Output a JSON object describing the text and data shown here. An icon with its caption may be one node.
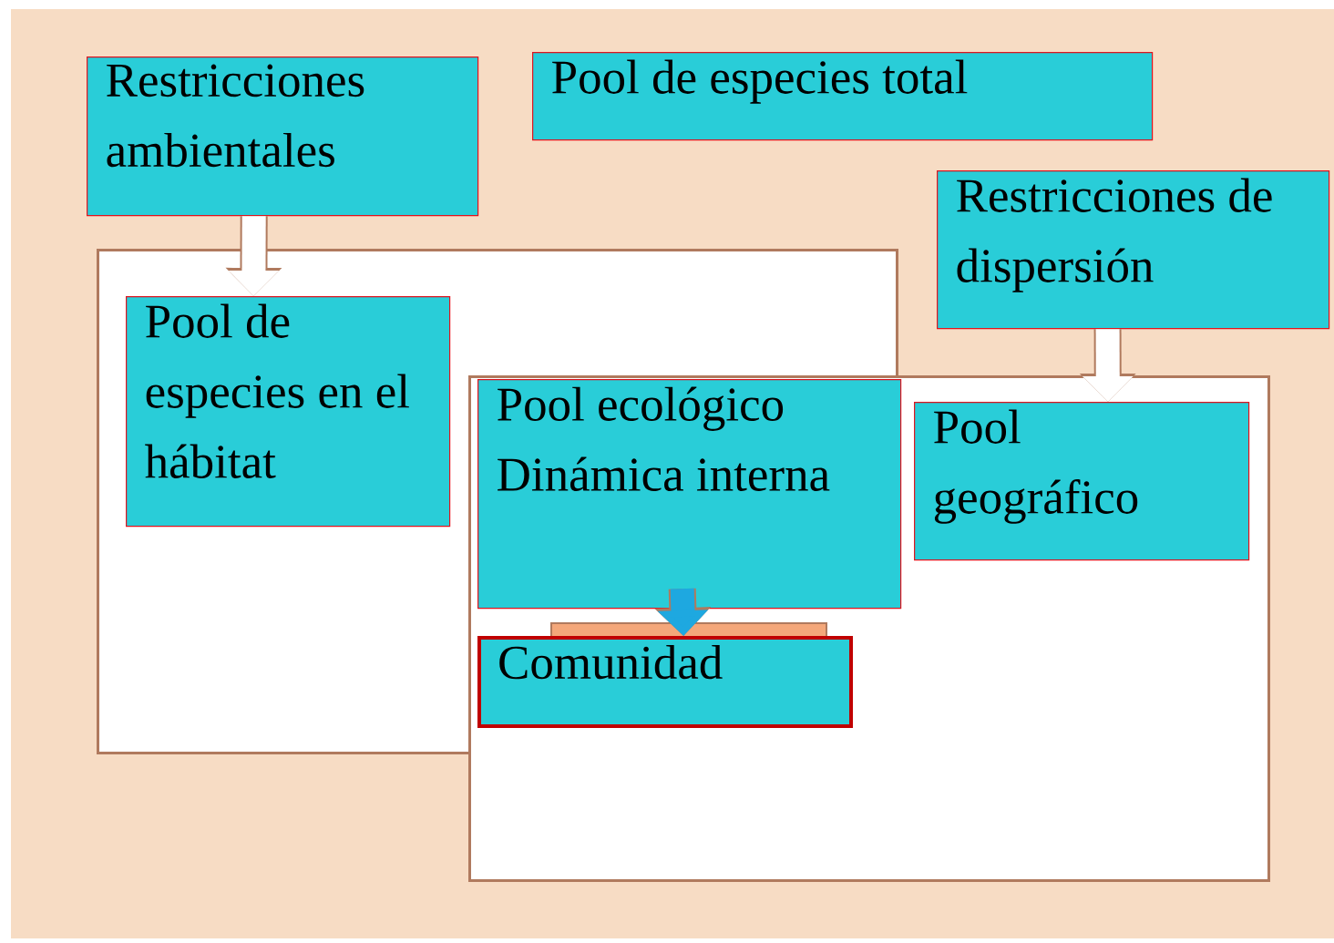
{
  "diagram": {
    "nodes": [
      {
        "text": [
          "Restricciones ambientales"
        ]
      },
      {
        "text": [
          "Pool de especies total"
        ]
      },
      {
        "text": [
          "Restricciones de dispersión"
        ]
      },
      {
        "text": [],
        "shape": "box"
      },
      {
        "text": [
          "Pool de especies en el hábitat"
        ],
        "in": 3
      },
      {
        "text": [],
        "shape": "box"
      },
      {
        "text": [
          "Pool geográfico"
        ],
        "in": 5
      },
      {
        "text": [
          "Pool ecológico",
          "Dinámica interna"
        ]
      },
      {
        "text": [
          "Comunidad"
        ]
      }
    ],
    "edges": [
      {
        "from": 0,
        "to": 4,
        "arrow": "to"
      },
      {
        "from": 2,
        "to": 6,
        "arrow": "to"
      },
      {
        "from": 7,
        "to": 8,
        "arrow": "to",
        "color": "#1ea8e0"
      }
    ]
  }
}
